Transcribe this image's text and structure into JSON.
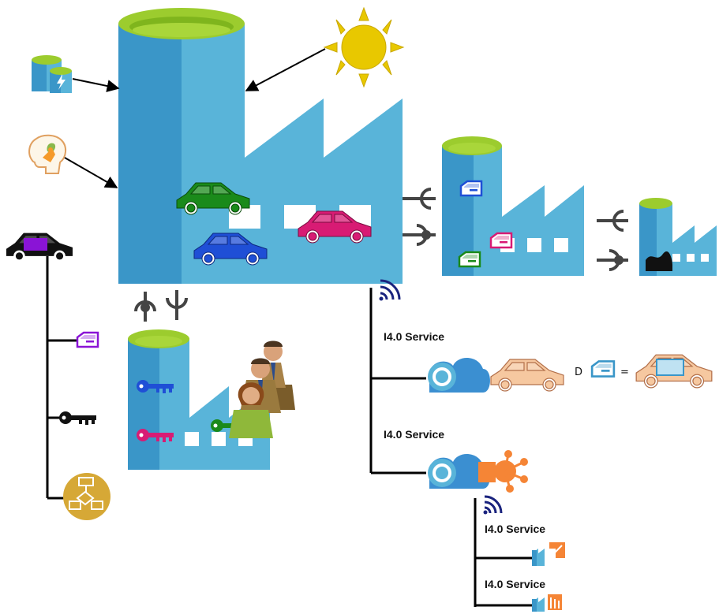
{
  "labels": {
    "service_1": "I4.0 Service",
    "service_2": "I4.0 Service",
    "service_3": "I4.0 Service",
    "service_4": "I4.0 Service"
  },
  "formula": {
    "op": "D",
    "eq": "="
  },
  "colors": {
    "factory_dark": "#3a96c8",
    "factory_light": "#59b4d9",
    "factory_top": "#9ccc2e",
    "sun": "#e8c800",
    "car_green": "#1a8a1a",
    "car_blue": "#1f4fd6",
    "car_magenta": "#d81b74",
    "car_purple": "#8a14d6",
    "car_orange": "#f6c8a0",
    "cloud": "#3b8fd1",
    "aws_orange": "#f58536",
    "gold": "#d6a836",
    "wifi": "#1a237e"
  },
  "icons": [
    "sql-database-icon",
    "brain-icon",
    "sun-icon",
    "factory-icon",
    "car-icon",
    "key-icon",
    "door-icon",
    "lollipop-socket-icon",
    "wifi-icon",
    "cloud-gear-icon",
    "workflow-icon",
    "people-icon",
    "aws-hub-icon",
    "aws-factory-icon"
  ]
}
